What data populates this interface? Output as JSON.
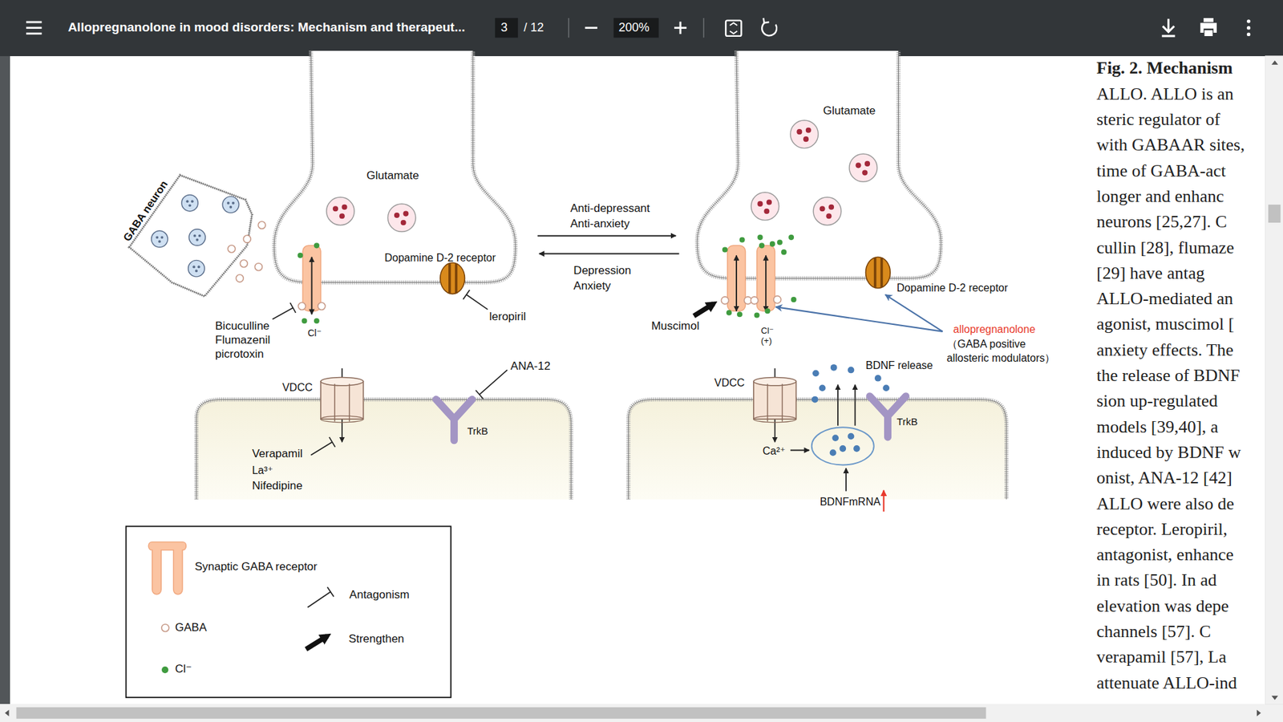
{
  "diagram": {
    "nodes": [
      {
        "text": [
          "GABA neuron"
        ]
      }
    ],
    "labels": [
      "Allopregnanolone in mood disorders: Mechanism and therapeut...",
      "3",
      "/ 12",
      "200%",
      "Glutamate",
      "Dopamine D-2 receptor",
      "leropiril",
      "Bicuculline",
      "Flumazenil",
      "picrotoxin",
      "Cl⁻",
      "VDCC",
      "ANA-12",
      "TrkB",
      "Verapamil",
      "La³⁺",
      "Nifedipine",
      "Anti-depressant",
      "Anti-anxiety",
      "Depression",
      "Anxiety",
      "Glutamate",
      "Muscimol",
      "Cl⁻",
      "(+)",
      "Dopamine D-2 receptor",
      "allopregnanolone",
      "（GABA positive",
      "allosteric modulators）",
      "BDNF release",
      "VDCC",
      "TrkB",
      "Ca²⁺",
      "BDNFmRNA",
      "Fig. 2. Mechanism",
      "ALLO. ALLO is an",
      "steric regulator of",
      "with GABAAR sites,",
      "time of GABA-act",
      "longer and enhanc",
      "neurons [25,27]. C",
      "cullin [28], flumaze",
      "[29] have antag",
      "ALLO-mediated an",
      "agonist, muscimol [",
      "anxiety effects. The",
      "the release of BDNF",
      "sion up-regulated",
      "models [39,40], a",
      "induced by BDNF w",
      "onist, ANA-12 [42]",
      "ALLO were also de",
      "receptor. Leropiril,",
      "antagonist, enhance",
      "in rats [50]. In ad",
      "elevation was depe",
      "channels [57]. C",
      "verapamil [57], La",
      "attenuate ALLO-ind"
    ],
    "legend": [
      {
        "text": "Synaptic GABA receptor"
      },
      {
        "text": "GABA"
      },
      {
        "text": "Cl⁻",
        "color": "#3f9b3f"
      },
      {
        "text": "Antagonism"
      },
      {
        "text": "Strengthen"
      }
    ]
  }
}
